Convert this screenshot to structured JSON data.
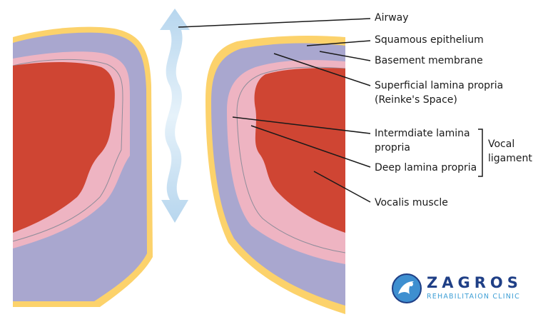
{
  "labels": {
    "airway": "Airway",
    "squamous": "Squamous epithelium",
    "basement": "Basement membrane",
    "superficial_1": "Superficial lamina propria",
    "superficial_2": "(Reinke's Space)",
    "intermediate_1": "Intermdiate lamina",
    "intermediate_2": "propria",
    "deep": "Deep lamina propria",
    "vocalis": "Vocalis muscle",
    "ligament_1": "Vocal",
    "ligament_2": "ligament"
  },
  "logo": {
    "name": "ZAGROS",
    "subtitle": "REHABILITAION CLINIC"
  },
  "colors": {
    "epithelium": "#fcd26b",
    "superficial": "#a9a7cf",
    "intermediate": "#eeb4c2",
    "muscle": "#cf4533",
    "arrow": "#c9e2f3",
    "line": "#1a1a1a"
  }
}
